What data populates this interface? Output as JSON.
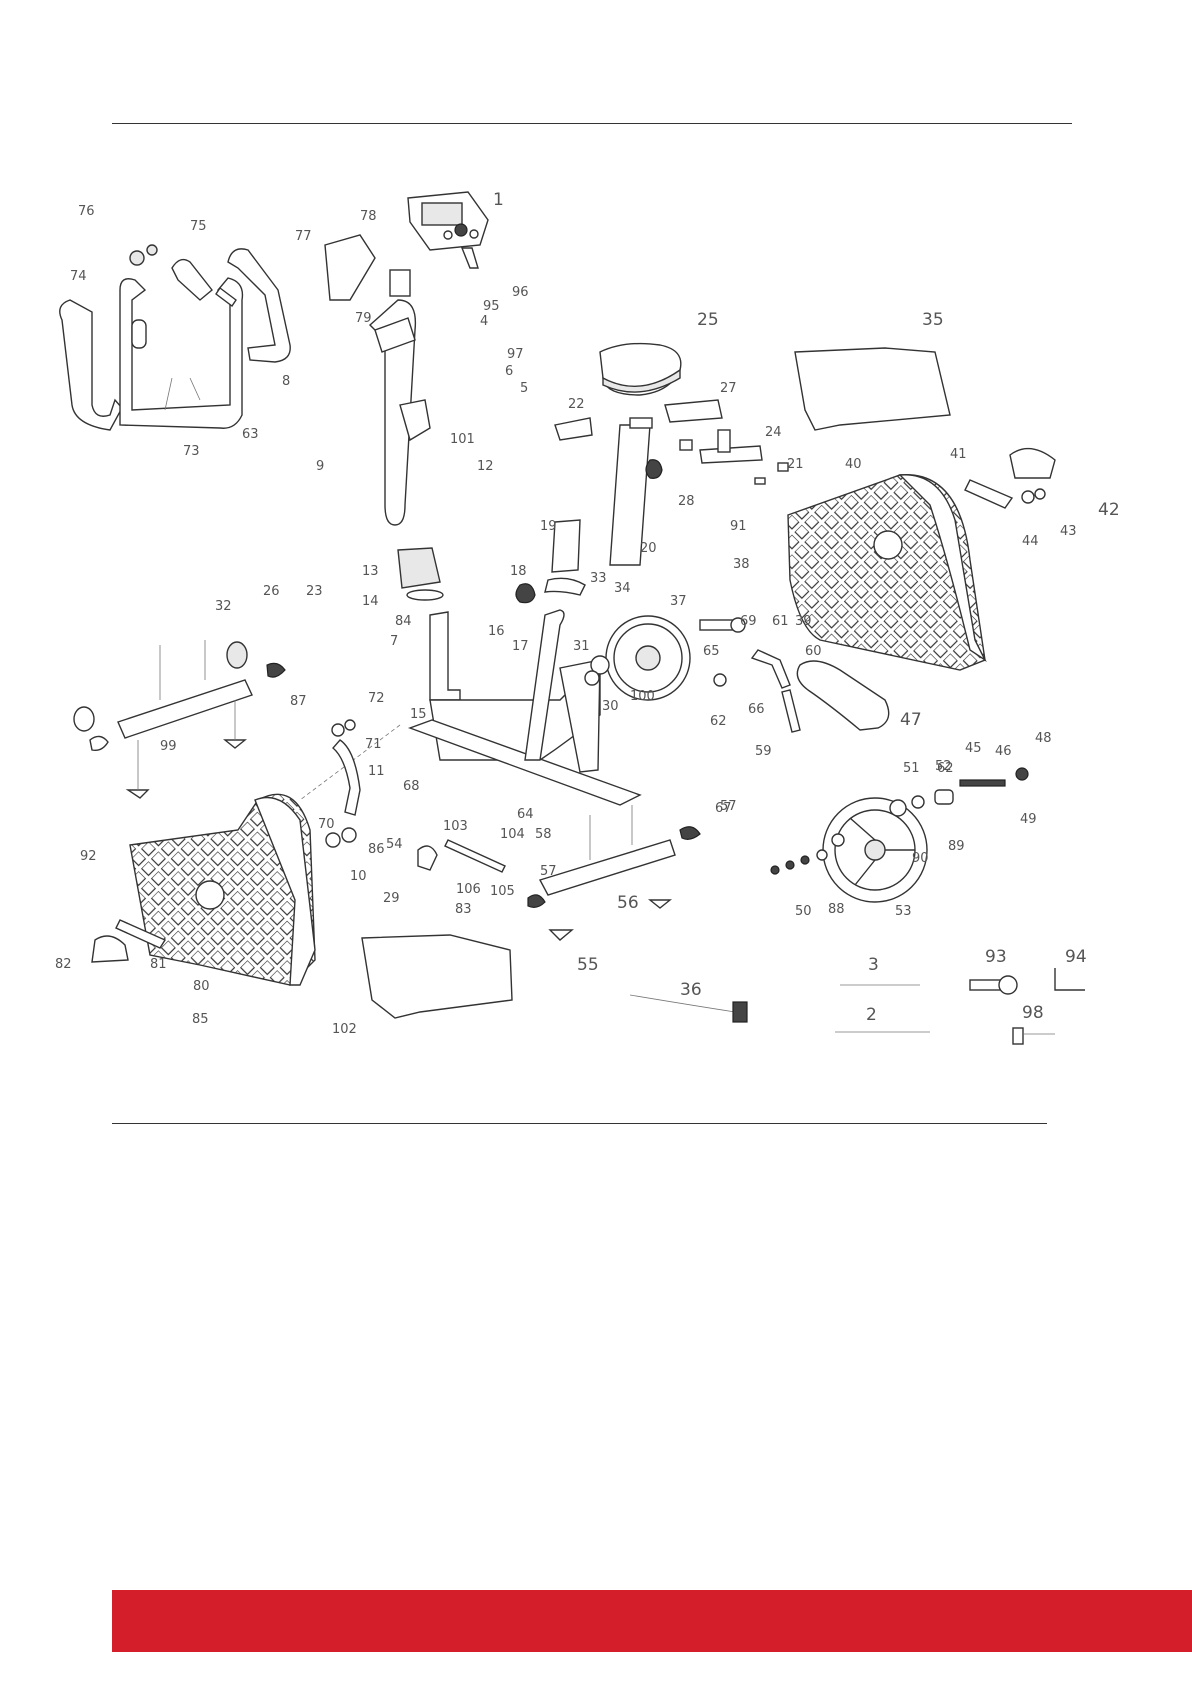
{
  "colors": {
    "footer_bar": "#d41f2a",
    "line": "#333333"
  },
  "diagram": {
    "labels": [
      "1",
      "2",
      "3",
      "4",
      "5",
      "6",
      "7",
      "8",
      "9",
      "10",
      "11",
      "12",
      "13",
      "14",
      "15",
      "16",
      "17",
      "18",
      "19",
      "20",
      "21",
      "22",
      "23",
      "24",
      "25",
      "26",
      "27",
      "28",
      "29",
      "30",
      "31",
      "32",
      "33",
      "34",
      "35",
      "36",
      "37",
      "38",
      "39",
      "40",
      "41",
      "42",
      "43",
      "44",
      "45",
      "46",
      "47",
      "48",
      "49",
      "50",
      "51",
      "52",
      "53",
      "54",
      "55",
      "56",
      "57",
      "57",
      "58",
      "59",
      "60",
      "61",
      "62",
      "62",
      "63",
      "64",
      "65",
      "66",
      "67",
      "68",
      "69",
      "70",
      "71",
      "72",
      "73",
      "74",
      "75",
      "76",
      "77",
      "78",
      "79",
      "80",
      "81",
      "82",
      "83",
      "84",
      "85",
      "86",
      "87",
      "88",
      "89",
      "90",
      "91",
      "92",
      "93",
      "94",
      "95",
      "96",
      "97",
      "98",
      "99",
      "100",
      "101",
      "102",
      "103",
      "104",
      "105",
      "106"
    ]
  }
}
